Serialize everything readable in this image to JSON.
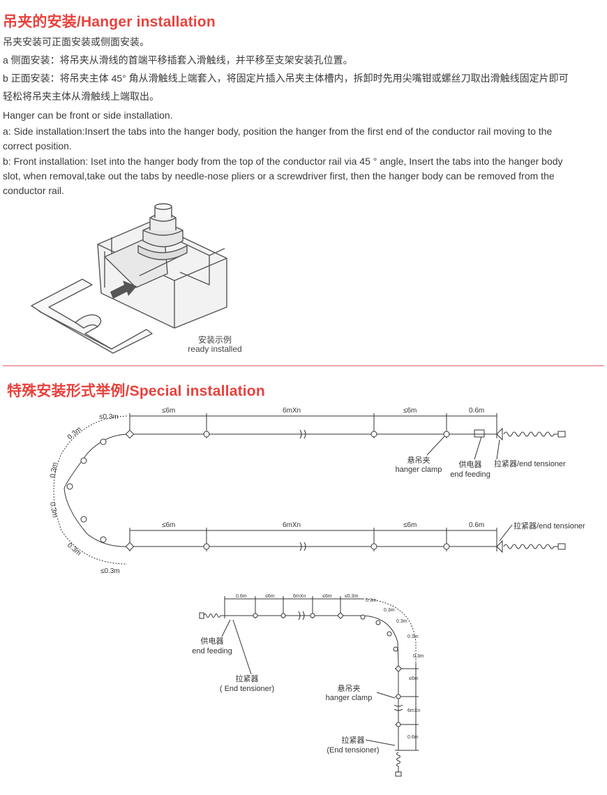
{
  "section1": {
    "title": "吊夹的安装/Hanger installation",
    "zh": [
      "吊夹安装可正面安装或侧面安装。",
      "a 侧面安装：将吊夹从滑线的首端平移插套入滑触线，并平移至支架安装孔位置。",
      "b 正面安装：将吊夹主体 45°  角从滑触线上端套入，将固定片插入吊夹主体槽内，拆卸时先用尖嘴钳或螺丝刀取出滑触线固定片即可",
      "轻松将吊夹主体从滑触线上端取出。"
    ],
    "en": [
      "Hanger can be front or side installation.",
      "a: Side installation:Insert the tabs into the hanger body, position the hanger from the first end of the conductor rail moving to the",
      "correct position.",
      "b: Front installation: Iset into the hanger body from the top of the conductor rail via  45 °  angle, Insert the tabs into the hanger body",
      "slot, when removal,take out the tabs by needle-nose pliers or a screwdriver first, then the hanger body can be removed from the",
      "conductor rail."
    ],
    "caption_zh": "安装示例",
    "caption_en": "ready installed"
  },
  "section2": {
    "title": "特殊安装形式举例/Special installation",
    "dims": {
      "le6m": "≤6m",
      "n6mxn": "6mXn",
      "d06m": "0.6m",
      "le03m": "≤0.3m",
      "d03m": "0.3m",
      "small_le6m": "≤6m",
      "small_6mxn": "6mXn",
      "small_06m": "0.6m"
    },
    "labels": {
      "clamp_zh": "悬吊夹",
      "clamp_en": "hanger clamp",
      "feed_zh": "供电器",
      "feed_en": "end feeding",
      "tensioner": "拉紧器/end tensioner",
      "tensioner_zh": "拉紧器",
      "tensioner_en": "( End tensioner)",
      "tensioner_en2": "(End tensioner)"
    }
  },
  "colors": {
    "accent": "#e8423d",
    "divider": "#f0a3a8",
    "line": "#333333"
  }
}
